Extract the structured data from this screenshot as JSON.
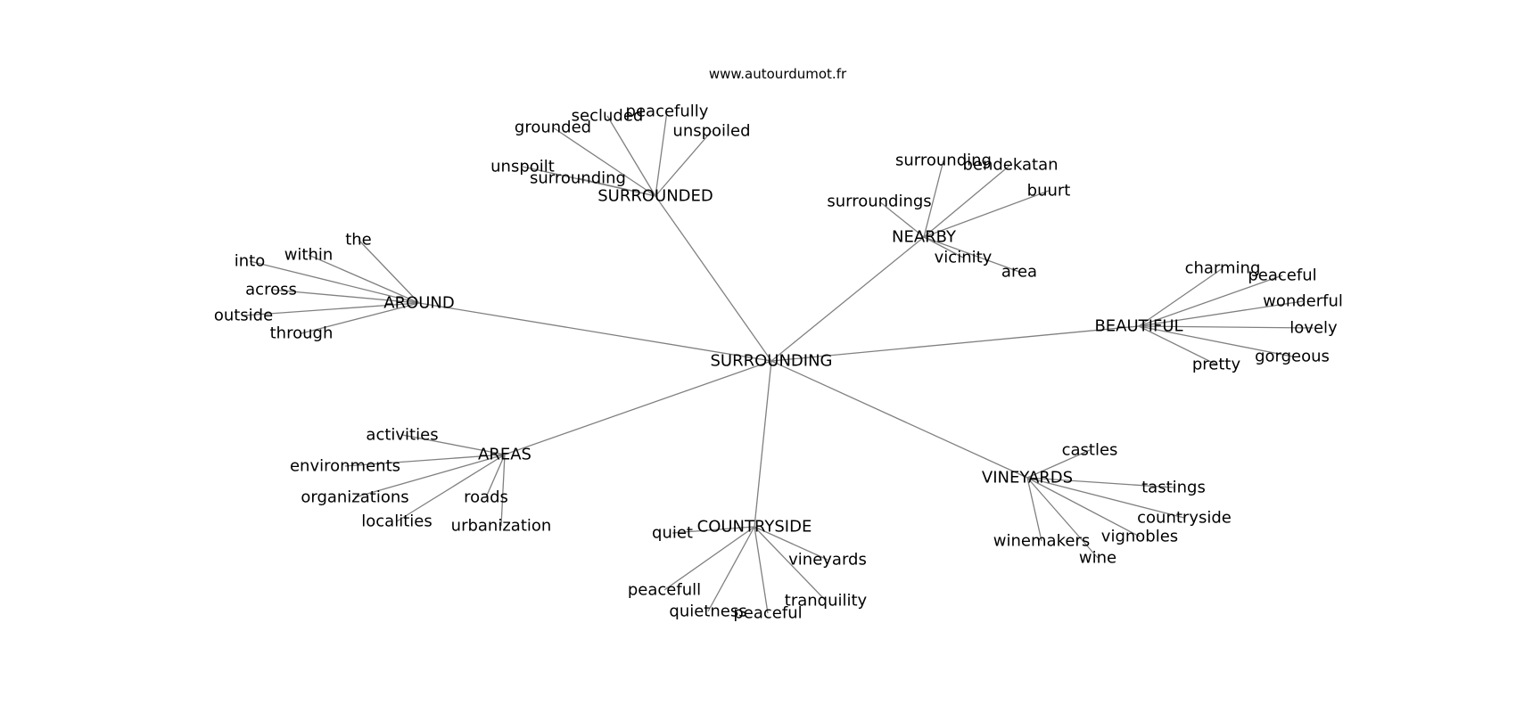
{
  "credit": "www.autourdumot.fr",
  "colors": {
    "edge": "#808080",
    "text": "#000000",
    "background": "#ffffff"
  },
  "graph": {
    "center": "SURROUNDING",
    "hubs": [
      {
        "label": "SURROUNDED",
        "leaves": [
          "grounded",
          "secluded",
          "peacefully",
          "unspoiled",
          "unspoilt",
          "surrounding"
        ]
      },
      {
        "label": "NEARBY",
        "leaves": [
          "surrounding",
          "bendekatan",
          "buurt",
          "surroundings",
          "vicinity",
          "area"
        ]
      },
      {
        "label": "AROUND",
        "leaves": [
          "the",
          "within",
          "into",
          "across",
          "outside",
          "through"
        ]
      },
      {
        "label": "BEAUTIFUL",
        "leaves": [
          "charming",
          "peaceful",
          "wonderful",
          "lovely",
          "gorgeous",
          "pretty"
        ]
      },
      {
        "label": "AREAS",
        "leaves": [
          "activities",
          "environments",
          "organizations",
          "roads",
          "localities",
          "urbanization"
        ]
      },
      {
        "label": "VINEYARDS",
        "leaves": [
          "castles",
          "tastings",
          "countryside",
          "vignobles",
          "winemakers",
          "wine"
        ]
      },
      {
        "label": "COUNTRYSIDE",
        "leaves": [
          "quiet",
          "vineyards",
          "peacefull",
          "tranquility",
          "quietness",
          "peaceful"
        ]
      }
    ]
  }
}
